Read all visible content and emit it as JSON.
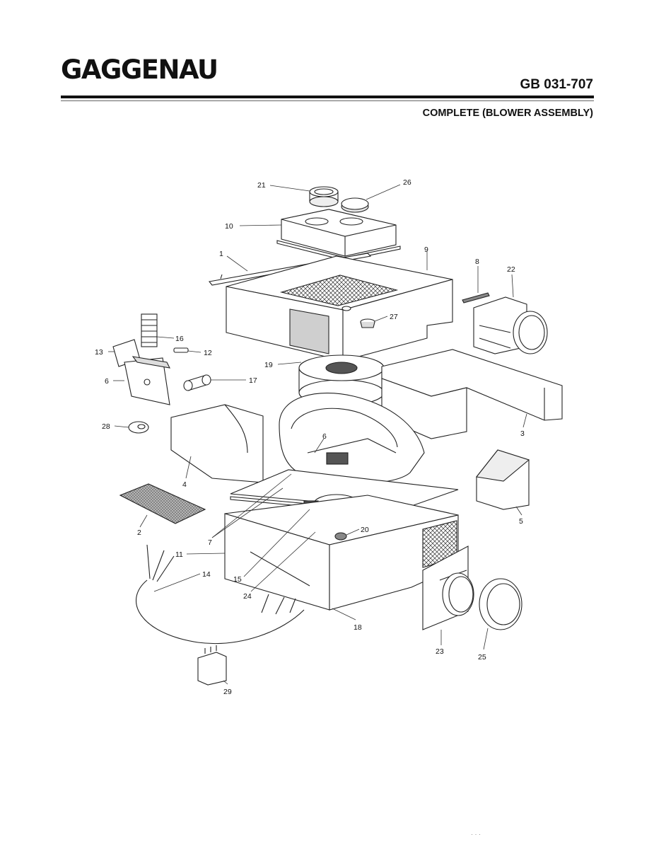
{
  "header": {
    "brand": "GAGGENAU",
    "model_number": "GB 031-707",
    "subtitle": "COMPLETE (BLOWER ASSEMBLY)"
  },
  "callouts": [
    "21",
    "26",
    "10",
    "1",
    "9",
    "8",
    "22",
    "27",
    "16",
    "13",
    "12",
    "6",
    "17",
    "19",
    "28",
    "6",
    "3",
    "4",
    "5",
    "2",
    "20",
    "7",
    "11",
    "14",
    "15",
    "24",
    "18",
    "23",
    "25",
    "29"
  ],
  "footer_marks": "·   ·   ·"
}
